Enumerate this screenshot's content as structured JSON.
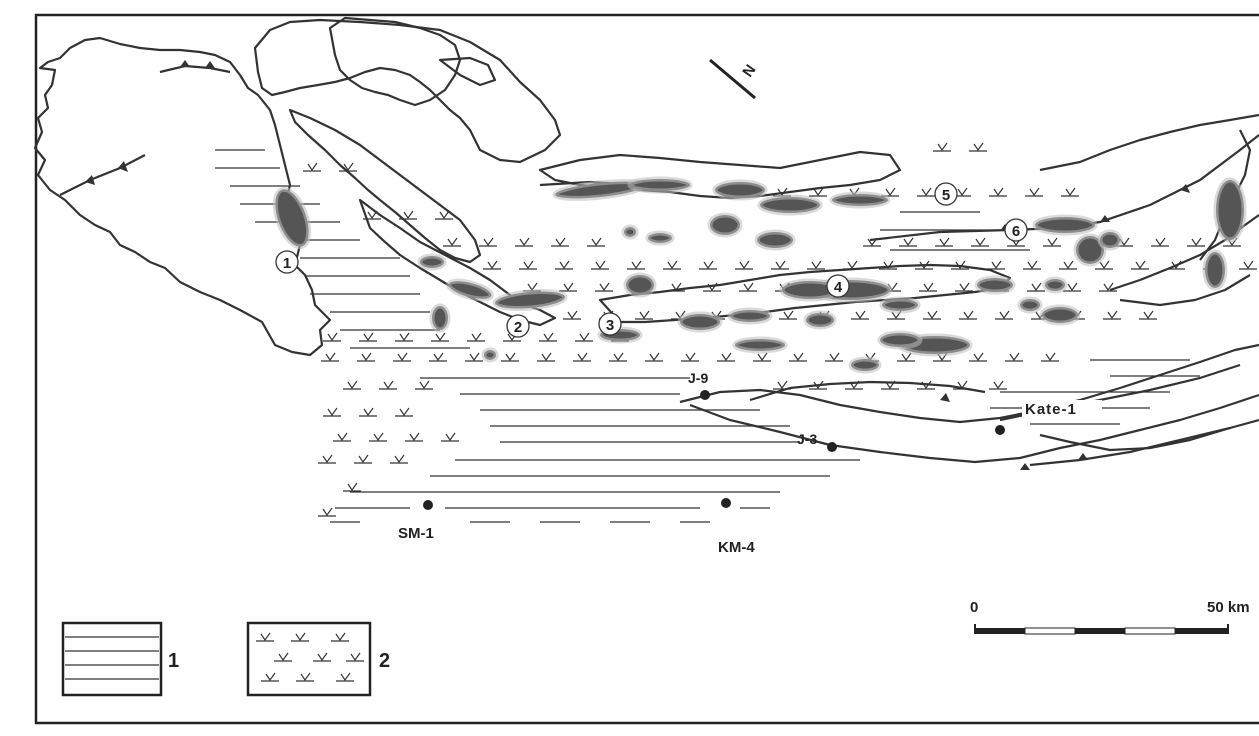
{
  "map": {
    "north_label": "N",
    "localities": [
      "1",
      "2",
      "3",
      "4",
      "5",
      "6"
    ],
    "wells": [
      "J-9",
      "J-3",
      "Kate-1",
      "SM-1",
      "KM-4"
    ],
    "scale": {
      "start_label": "0",
      "end_label": "50 km"
    },
    "legend": [
      {
        "label": "1",
        "pattern": "horizontal-lines"
      },
      {
        "label": "2",
        "pattern": "v-marks"
      }
    ]
  }
}
